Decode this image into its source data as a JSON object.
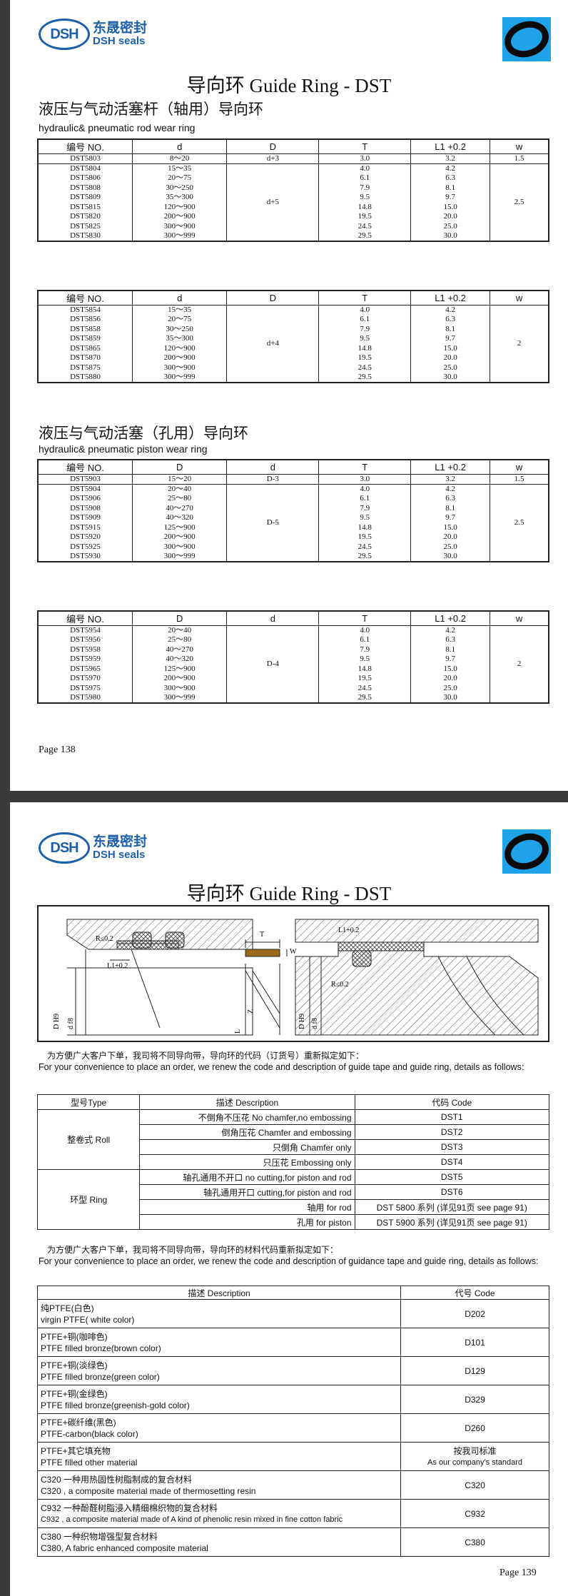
{
  "logo": {
    "mark": "DSH",
    "cn": "东晟密封",
    "en": "DSH seals"
  },
  "page1": {
    "title": "导向环 Guide Ring - DST",
    "section1": {
      "cn": "液压与气动活塞杆（轴用）导向环",
      "en": "hydraulic& pneumatic rod wear ring"
    },
    "section2": {
      "cn": "液压与气动活塞（孔用）导向环",
      "en": "hydraulic& pneumatic piston wear ring"
    },
    "page_number": "Page  138",
    "tables": [
      {
        "headers": [
          "编号 NO.",
          "d",
          "D",
          "T",
          "L1 +0.2",
          "w"
        ],
        "first": {
          "no": "DST5803",
          "range": "8～20",
          "mid": "d+3",
          "t": "3.0",
          "l": "3.2",
          "w": "1.5"
        },
        "merged_mid": "d+5",
        "merged_w": "2.5",
        "rows": [
          {
            "no": "DST5804",
            "range": "15～35",
            "t": "4.0",
            "l": "4.2"
          },
          {
            "no": "DST5806",
            "range": "20～75",
            "t": "6.1",
            "l": "6.3"
          },
          {
            "no": "DST5808",
            "range": "30～250",
            "t": "7.9",
            "l": "8.1"
          },
          {
            "no": "DST5809",
            "range": "35～300",
            "t": "9.5",
            "l": "9.7"
          },
          {
            "no": "DST5815",
            "range": "120～900",
            "t": "14.8",
            "l": "15.0"
          },
          {
            "no": "DST5820",
            "range": "200～900",
            "t": "19.5",
            "l": "20.0"
          },
          {
            "no": "DST5825",
            "range": "300～900",
            "t": "24.5",
            "l": "25.0"
          },
          {
            "no": "DST5830",
            "range": "300～999",
            "t": "29.5",
            "l": "30.0"
          }
        ]
      },
      {
        "headers": [
          "编号 NO.",
          "d",
          "D",
          "T",
          "L1 +0.2",
          "w"
        ],
        "merged_mid": "d+4",
        "merged_w": "2",
        "rows": [
          {
            "no": "DST5854",
            "range": "15～35",
            "t": "4.0",
            "l": "4.2"
          },
          {
            "no": "DST5856",
            "range": "20～75",
            "t": "6.1",
            "l": "6.3"
          },
          {
            "no": "DST5858",
            "range": "30～250",
            "t": "7.9",
            "l": "8.1"
          },
          {
            "no": "DST5859",
            "range": "35～300",
            "t": "9.5",
            "l": "9.7"
          },
          {
            "no": "DST5865",
            "range": "120～900",
            "t": "14.8",
            "l": "15.0"
          },
          {
            "no": "DST5870",
            "range": "200～900",
            "t": "19.5",
            "l": "20.0"
          },
          {
            "no": "DST5875",
            "range": "300～900",
            "t": "24.5",
            "l": "25.0"
          },
          {
            "no": "DST5880",
            "range": "300～999",
            "t": "29.5",
            "l": "30.0"
          }
        ]
      },
      {
        "headers": [
          "编号 NO.",
          "D",
          "d",
          "T",
          "L1 +0.2",
          "w"
        ],
        "first": {
          "no": "DST5903",
          "range": "15～20",
          "mid": "D-3",
          "t": "3.0",
          "l": "3.2",
          "w": "1.5"
        },
        "merged_mid": "D-5",
        "merged_w": "2.5",
        "rows": [
          {
            "no": "DST5904",
            "range": "20～40",
            "t": "4.0",
            "l": "4.2"
          },
          {
            "no": "DST5906",
            "range": "25～80",
            "t": "6.1",
            "l": "6.3"
          },
          {
            "no": "DST5908",
            "range": "40～270",
            "t": "7.9",
            "l": "8.1"
          },
          {
            "no": "DST5909",
            "range": "40～320",
            "t": "9.5",
            "l": "9.7"
          },
          {
            "no": "DST5915",
            "range": "125～900",
            "t": "14.8",
            "l": "15.0"
          },
          {
            "no": "DST5920",
            "range": "200～900",
            "t": "19.5",
            "l": "20.0"
          },
          {
            "no": "DST5925",
            "range": "300～900",
            "t": "24.5",
            "l": "25.0"
          },
          {
            "no": "DST5930",
            "range": "300～999",
            "t": "29.5",
            "l": "30.0"
          }
        ]
      },
      {
        "headers": [
          "编号 NO.",
          "D",
          "d",
          "T",
          "L1 +0.2",
          "w"
        ],
        "merged_mid": "D-4",
        "merged_w": "2",
        "rows": [
          {
            "no": "DST5954",
            "range": "20～40",
            "t": "4.0",
            "l": "4.2"
          },
          {
            "no": "DST5956",
            "range": "25～80",
            "t": "6.1",
            "l": "6.3"
          },
          {
            "no": "DST5958",
            "range": "40～270",
            "t": "7.9",
            "l": "8.1"
          },
          {
            "no": "DST5959",
            "range": "40～320",
            "t": "9.5",
            "l": "9.7"
          },
          {
            "no": "DST5965",
            "range": "125～900",
            "t": "14.8",
            "l": "15.0"
          },
          {
            "no": "DST5970",
            "range": "200～900",
            "t": "19.5",
            "l": "20.0"
          },
          {
            "no": "DST5975",
            "range": "300～900",
            "t": "24.5",
            "l": "25.0"
          },
          {
            "no": "DST5980",
            "range": "300～999",
            "t": "29.5",
            "l": "30.0"
          }
        ]
      }
    ]
  },
  "page2": {
    "title": "导向环 Guide Ring - DST",
    "diagram": {
      "r_left": "R≤0.2",
      "l1_left": "L1+0.2",
      "t": "T",
      "w": "W",
      "l1_right": "L1+0.2",
      "r_right": "R≤0.2",
      "left_dims": [
        "D H9",
        "d f8"
      ],
      "mid_dims": [
        "L",
        "Z"
      ],
      "right_dims": [
        "D H9",
        "d f8"
      ]
    },
    "note1_cn": "为方便广大客户下单，我司将不同导向带，导向环的代码（订货号）重新拟定如下：",
    "note1_en": "For your convenience to place an order, we renew the code and description of guide tape and guide  ring, details as follows:",
    "code_table": {
      "headers": [
        "型号Type",
        "描述 Description",
        "代码 Code"
      ],
      "groups": [
        {
          "type": "整卷式 Roll",
          "rows": [
            {
              "desc": "不倒角不压花 No chamfer,no embossing",
              "code": "DST1"
            },
            {
              "desc": "倒角压花 Chamfer and embossing",
              "code": "DST2"
            },
            {
              "desc": "只倒角 Chamfer only",
              "code": "DST3"
            },
            {
              "desc": "只压花 Embossing only",
              "code": "DST4"
            }
          ]
        },
        {
          "type": "环型 Ring",
          "rows": [
            {
              "desc": "轴孔通用不开口 no cutting,for piston and rod",
              "code": "DST5"
            },
            {
              "desc": "轴孔通用开口 cutting,for piston and rod",
              "code": "DST6"
            },
            {
              "desc": "轴用 for rod",
              "code": "DST 5800 系列 (详见91页 see page 91)"
            },
            {
              "desc": "孔用 for piston",
              "code": "DST 5900 系列 (详见91页 see page 91)"
            }
          ]
        }
      ]
    },
    "note2_cn": "为方便广大客户下单，我司将不同导向带，导向环的材料代码重新拟定如下：",
    "note2_en": "For your convenience to place an order, we renew the code and description of guidance tape and guide  ring, details as follows:",
    "material_table": {
      "headers": [
        "描述 Description",
        "代号 Code"
      ],
      "rows": [
        {
          "l1": "纯PTFE(白色)",
          "l2": "virgin PTFE( white color)",
          "code": "D202"
        },
        {
          "l1": "PTFE+铜(咖啡色)",
          "l2": "PTFE filled bronze(brown color)",
          "code": "D101"
        },
        {
          "l1": "PTFE+铜(淡绿色)",
          "l2": "PTFE filled bronze(green color)",
          "code": "D129"
        },
        {
          "l1": "PTFE+铜(金绿色)",
          "l2": "PTFE filled bronze(greenish-gold color)",
          "code": "D329"
        },
        {
          "l1": "PTFE+碳纤维(黑色)",
          "l2": "PTFE-carbon(black  color)",
          "code": "D260"
        },
        {
          "l1": "PTFE+其它填充物",
          "l2": "PTFE filled other material",
          "code": "按我司标准",
          "code2": "As our company's  standard"
        },
        {
          "l1": "C320  一种用热固性树脂制成的复合材料",
          "l2": "C320 , a composite material made of thermosetting resin",
          "code": "C320"
        },
        {
          "l1": "C932  一种酚醛树脂浸入精细棉织物的复合材料",
          "l2": "C932 , a composite material made of A kind of phenolic resin mixed in fine cotton fabric",
          "code": "C932"
        },
        {
          "l1": "C380  一种织物增强型复合材料",
          "l2": "C380, A fabric enhanced composite material",
          "code": "C380"
        }
      ]
    },
    "page_number": "Page  139"
  }
}
